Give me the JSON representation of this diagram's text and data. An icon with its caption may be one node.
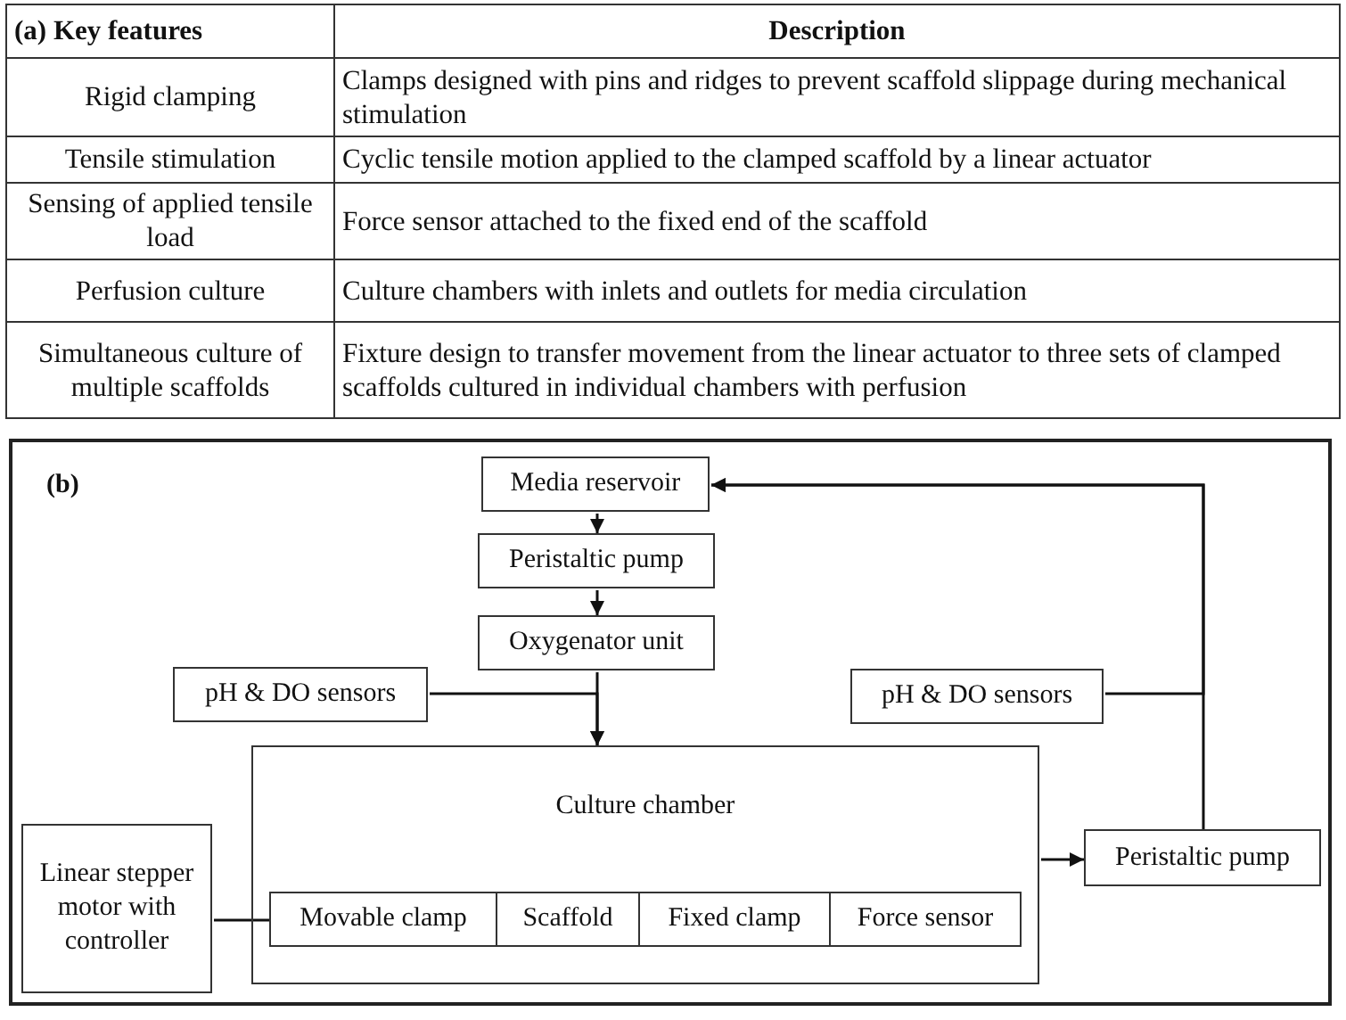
{
  "diagram": {
    "nodes": [
      {
        "text": [
          "Media reservoir"
        ]
      },
      {
        "text": [
          "Peristaltic pump"
        ]
      },
      {
        "text": [
          "Oxygenator unit"
        ]
      },
      {
        "text": [
          "pH & DO sensors"
        ]
      },
      {
        "text": [
          "pH & DO sensors"
        ]
      },
      {
        "text": [
          "Culture chamber"
        ]
      },
      {
        "text": [
          "Movable clamp"
        ],
        "in": 5
      },
      {
        "text": [
          "Scaffold"
        ],
        "in": 5
      },
      {
        "text": [
          "Fixed clamp"
        ],
        "in": 5
      },
      {
        "text": [
          "Force sensor"
        ],
        "in": 5
      },
      {
        "text": [
          "Linear stepper motor with controller"
        ]
      },
      {
        "text": [
          "Peristaltic pump"
        ]
      }
    ],
    "edges": [
      {
        "from": 0,
        "to": 1,
        "arrow": "to"
      },
      {
        "from": 1,
        "to": 2,
        "arrow": "to"
      },
      {
        "from": 2,
        "to": 5,
        "arrow": "to"
      },
      {
        "from": 3,
        "to": 5,
        "arrow": "to"
      },
      {
        "from": 5,
        "to": 11,
        "arrow": "to"
      },
      {
        "from": 11,
        "to": 0,
        "arrow": "to"
      },
      {
        "from": 4,
        "to": 0,
        "arrow": "to"
      },
      {
        "from": 10,
        "to": 6,
        "arrow": "none"
      }
    ],
    "labels": [
      "(a) Key features",
      "Description",
      "Rigid clamping",
      "Clamps designed with pins and ridges to prevent scaffold slippage during mechanical stimulation",
      "Tensile stimulation",
      "Cyclic tensile motion applied to the clamped scaffold by a linear actuator",
      "Sensing of applied tensile load",
      "Force sensor attached to the fixed end of the scaffold",
      "Perfusion culture",
      "Culture chambers with inlets and outlets for media circulation",
      "Simultaneous culture of multiple scaffolds",
      "Fixture design to transfer movement from the linear actuator to three sets of clamped scaffolds cultured in individual chambers with perfusion",
      "(b)"
    ]
  }
}
